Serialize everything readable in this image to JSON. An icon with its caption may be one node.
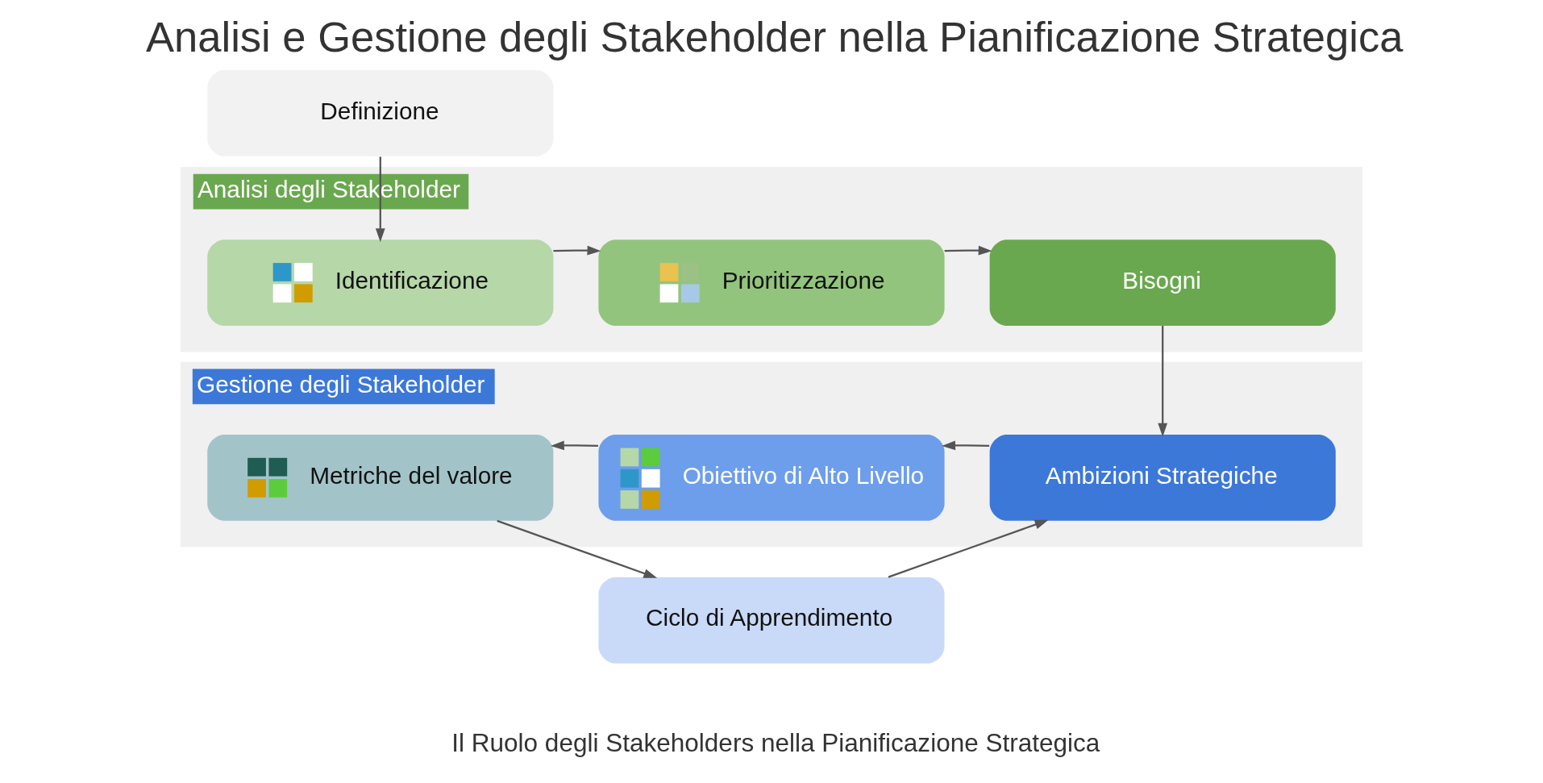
{
  "diagram": {
    "title": "Analisi e Gestione degli Stakeholder nella Pianificazione Strategica",
    "caption": "Il Ruolo degli Stakeholders nella Pianificazione Strategica",
    "nodes": [
      {
        "text": [
          "Definizione"
        ]
      },
      {
        "text": [
          "Analisi degli Stakeholder"
        ]
      },
      {
        "text": [
          "Identificazione"
        ],
        "in": 1
      },
      {
        "text": [
          "Prioritizzazione"
        ],
        "in": 1
      },
      {
        "text": [
          "Bisogni"
        ],
        "in": 1
      },
      {
        "text": [
          "Gestione degli Stakeholder"
        ]
      },
      {
        "text": [
          "Metriche del valore"
        ],
        "in": 5
      },
      {
        "text": [
          "Obiettivo di Alto Livello"
        ],
        "in": 5
      },
      {
        "text": [
          "Ambizioni Strategiche"
        ],
        "in": 5
      },
      {
        "text": [
          "Ciclo di Apprendimento"
        ]
      }
    ],
    "edges": [
      {
        "from": 0,
        "to": 2,
        "arrow": "to"
      },
      {
        "from": 2,
        "to": 3,
        "arrow": "to"
      },
      {
        "from": 3,
        "to": 4,
        "arrow": "to"
      },
      {
        "from": 4,
        "to": 8,
        "arrow": "to"
      },
      {
        "from": 8,
        "to": 7,
        "arrow": "to"
      },
      {
        "from": 7,
        "to": 6,
        "arrow": "to"
      },
      {
        "from": 6,
        "to": 9,
        "arrow": "to"
      },
      {
        "from": 9,
        "to": 8,
        "arrow": "to"
      }
    ]
  }
}
